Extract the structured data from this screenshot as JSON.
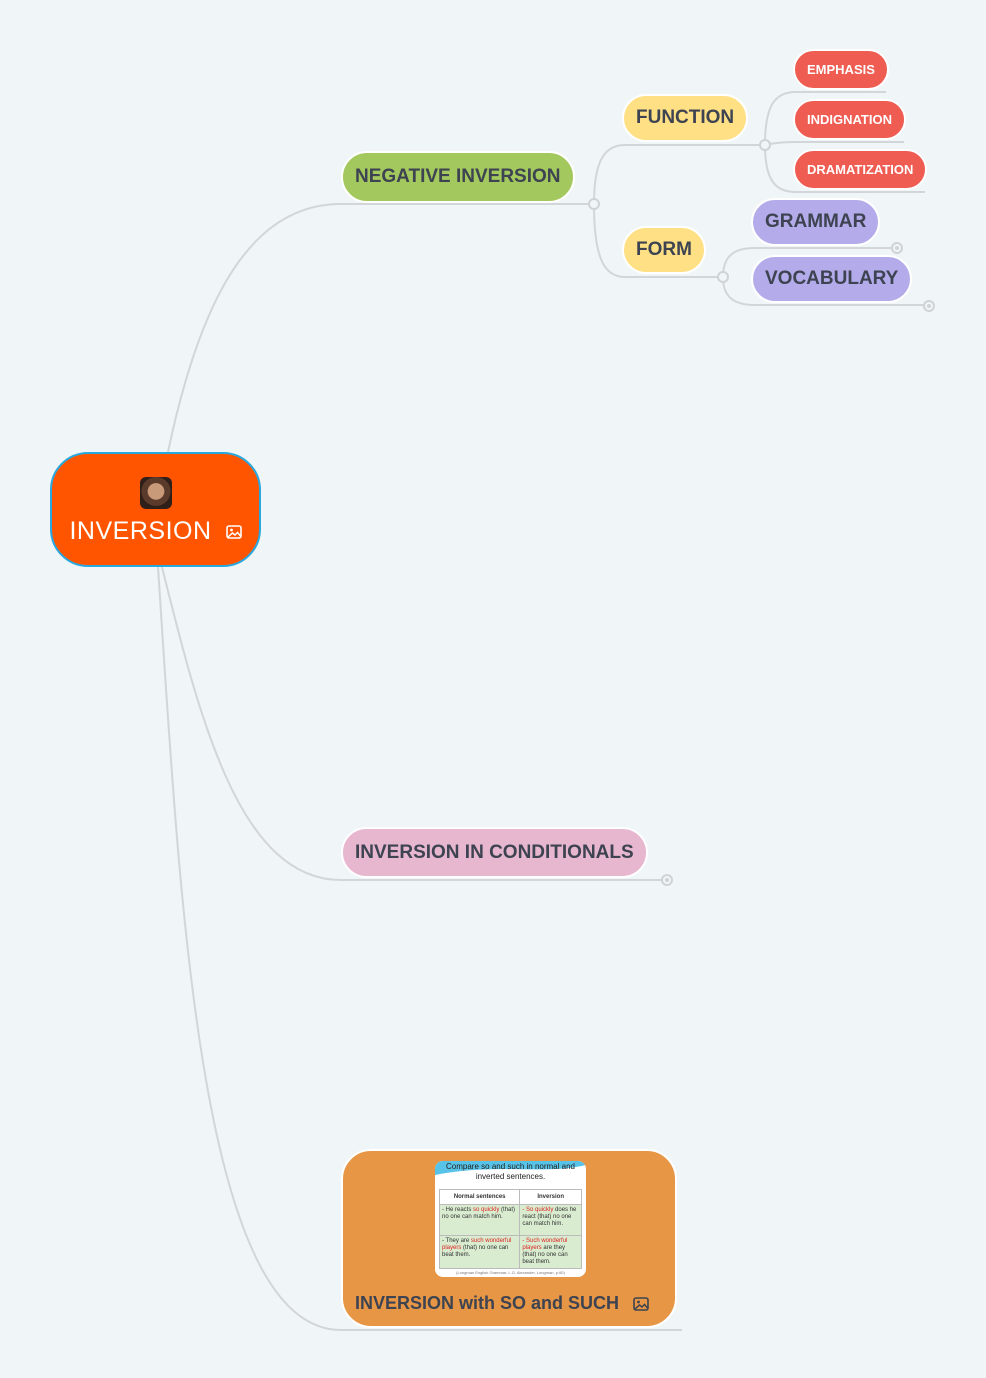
{
  "root": {
    "label": "INVERSION",
    "avatar_icon": "person-photo-icon",
    "image_icon": "image-icon"
  },
  "branches": {
    "negative_inversion": {
      "label": "NEGATIVE INVERSION",
      "function": {
        "label": "FUNCTION",
        "children": [
          "EMPHASIS",
          "INDIGNATION",
          "DRAMATIZATION"
        ]
      },
      "form": {
        "label": "FORM",
        "children": [
          "GRAMMAR",
          "VOCABULARY"
        ]
      }
    },
    "conditionals": {
      "label": "INVERSION IN CONDITIONALS"
    },
    "so_such": {
      "label": "INVERSION with SO and SUCH",
      "image_icon": "image-icon",
      "thumbnail": {
        "title": "Compare so and such in normal and inverted sentences.",
        "col_normal": "Normal sentences",
        "col_inversion": "Inversion",
        "row1_normal_a": "- He reacts ",
        "row1_normal_red": "so quickly",
        "row1_normal_b": " (that) no one can match him.",
        "row1_inv_red": "- So quickly",
        "row1_inv_b": " does he react (that) no one can match him.",
        "row2_normal_a": "- They are ",
        "row2_normal_red": "such wonderful players",
        "row2_normal_b": " (that) no one can beat them.",
        "row2_inv_red": "- Such wonderful players",
        "row2_inv_b": " are they (that) no one can beat them.",
        "footer": "(Longman English Grammar, L.G. Alexander, Longman, p.60)"
      }
    }
  },
  "colors": {
    "background": "#f0f5f8",
    "root_fill": "#ff5500",
    "root_border": "#29a8df",
    "green": "#a3c85d",
    "pink": "#e7b6cf",
    "orange": "#e69644",
    "yellow": "#ffe085",
    "purple": "#b3abea",
    "red": "#ee5c52",
    "line": "#d3d6d9"
  }
}
